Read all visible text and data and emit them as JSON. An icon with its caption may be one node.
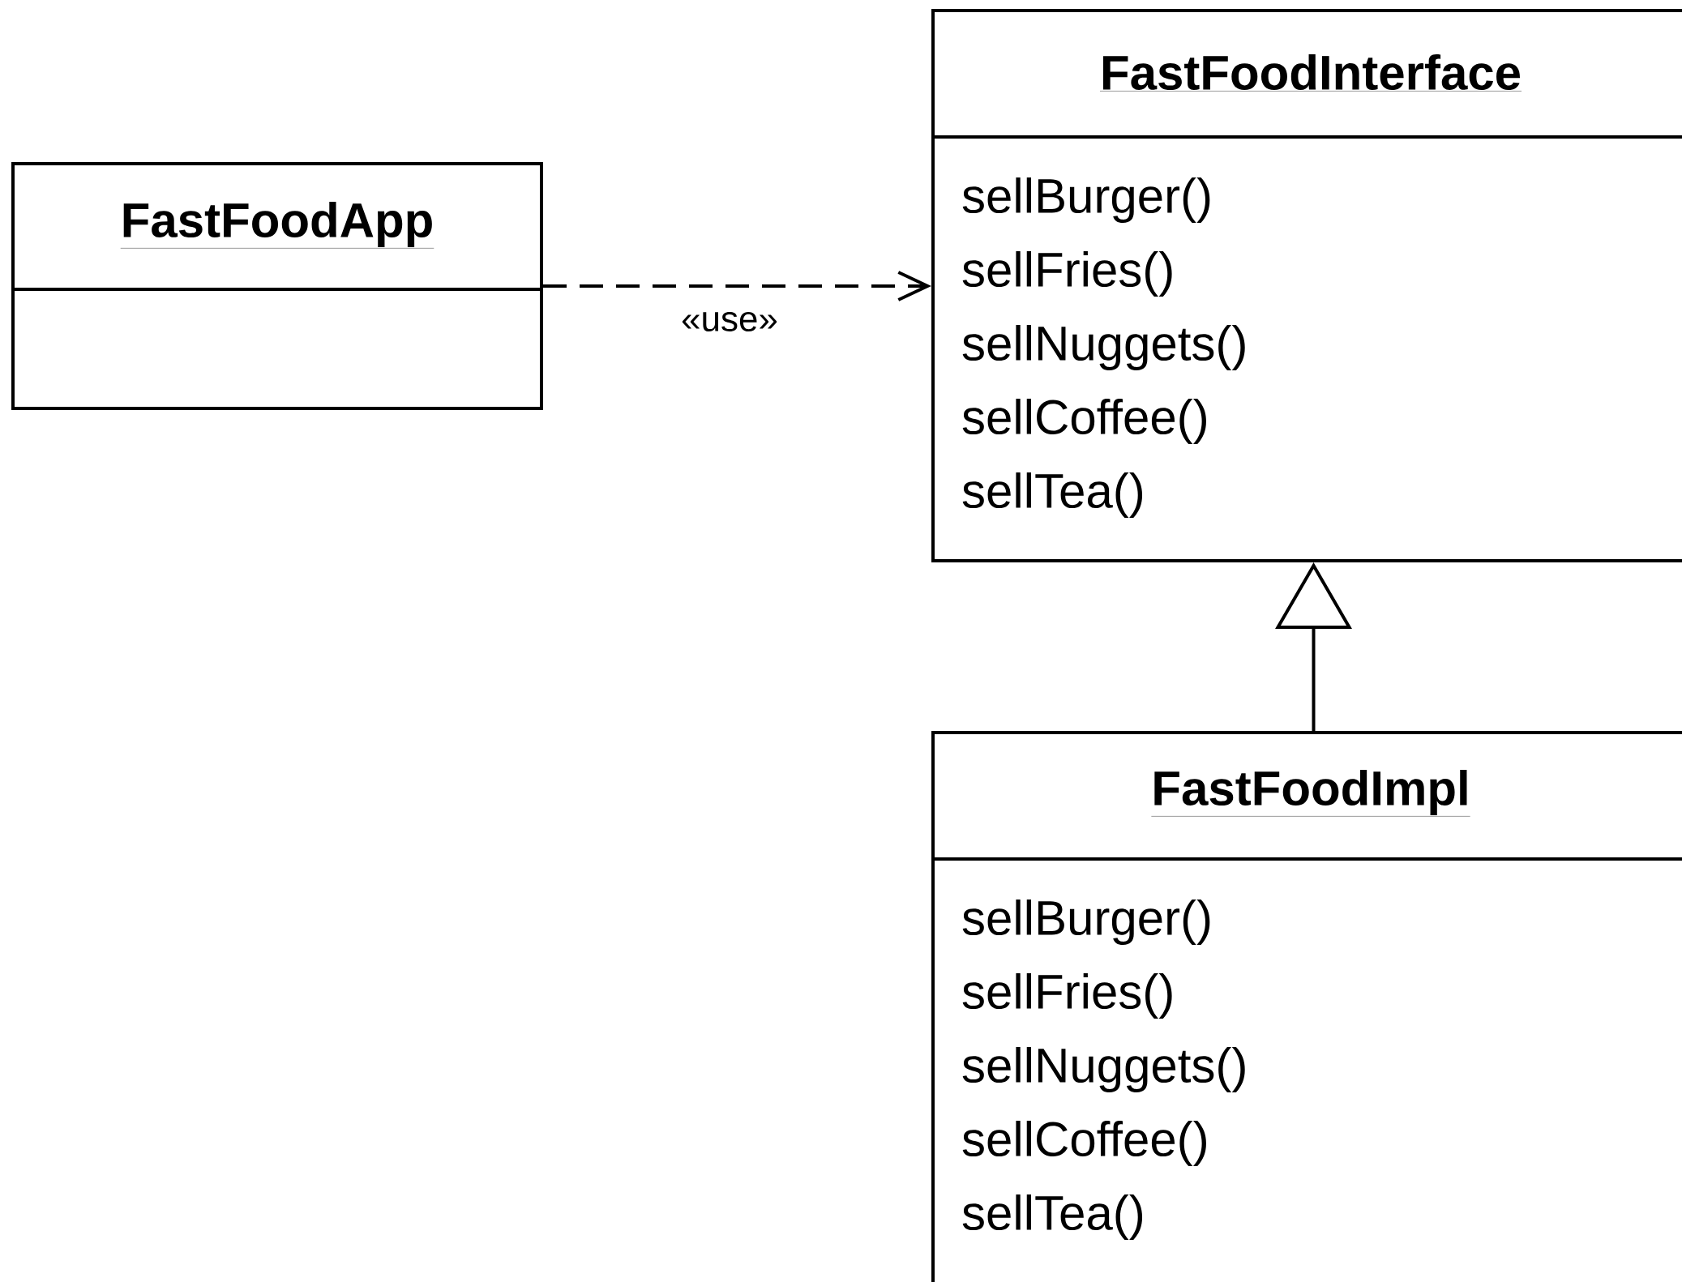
{
  "diagram": {
    "nodes": [
      {
        "text": [
          "FastFoodApp"
        ]
      },
      {
        "text": [
          "FastFoodInterface",
          "sellBurger()",
          "sellFries()",
          "sellNuggets()",
          "sellCoffee()",
          "sellTea()"
        ]
      },
      {
        "text": [
          "FastFoodImpl",
          "sellBurger()",
          "sellFries()",
          "sellNuggets()",
          "sellCoffee()",
          "sellTea()"
        ]
      }
    ],
    "edges": [
      {
        "from": 0,
        "to": 1,
        "arrow": "to",
        "style": "dashed",
        "label": "«use»"
      },
      {
        "from": 2,
        "to": 1,
        "arrow": "to"
      }
    ]
  }
}
